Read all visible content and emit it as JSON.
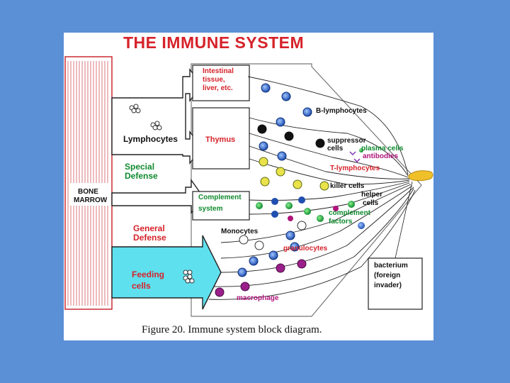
{
  "title": "THE IMMUNE SYSTEM",
  "caption": "Figure 20.  Immune system block diagram.",
  "source": {
    "line1": "BONE",
    "line2": "MARROW"
  },
  "defense_sections": {
    "special_line1": "Special",
    "special_line2": "Defense",
    "general_line1": "General",
    "general_line2": "Defense"
  },
  "arrows": {
    "lymphocytes": "Lymphocytes",
    "feeding_line1": "Feeding",
    "feeding_line2": "cells"
  },
  "boxes": {
    "intestinal_line1": "Intestinal",
    "intestinal_line2": "tissue,",
    "intestinal_line3": "liver, etc.",
    "thymus": "Thymus",
    "complement_line1": "Complement",
    "complement_line2": "system"
  },
  "cell_labels": {
    "b_lymphocytes": "B-lymphocytes",
    "suppressor_line1": "suppressor",
    "suppressor_line2": "cells",
    "plasma_cells": "plasma cells",
    "antibodies": "antibodies",
    "t_lymphocytes": "T-lymphocytes",
    "killer_cells": "killer cells",
    "helper_line1": "helper",
    "helper_line2": "cells",
    "complement_factors_line1": "complement",
    "complement_factors_line2": "factors",
    "monocytes": "Monocytes",
    "granulocytes": "granulocytes",
    "macrophage": "macrophage"
  },
  "target": {
    "line1": "bacterium",
    "line2": "(foreign",
    "line3": " invader)"
  },
  "colors": {
    "background": "#5b8fd6",
    "title": "#d6222a",
    "defense_label": "#0f8a2e",
    "feeding_arrow_fill": "#5fe0ee",
    "bacterium": "#f0c02a",
    "marrow_box": "#c61c24"
  }
}
